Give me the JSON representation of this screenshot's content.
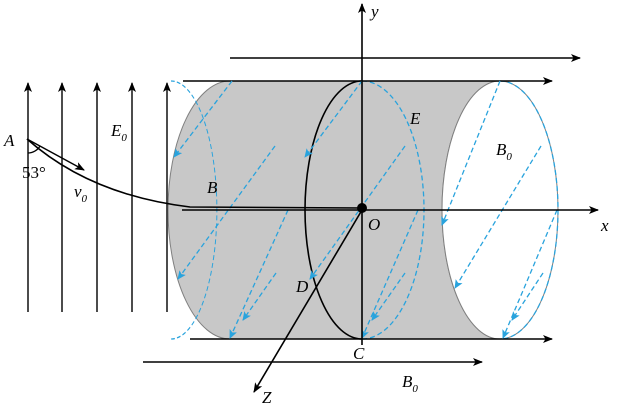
{
  "labels": {
    "A": "A",
    "B": "B",
    "B0_right": "B",
    "B0_bottom": "B",
    "sub_0": "0",
    "E0": "E",
    "E": "E",
    "O": "O",
    "C": "C",
    "D": "D",
    "angle": "53°",
    "v0": "v",
    "x": "x",
    "y": "y",
    "z": "Z"
  },
  "colors": {
    "line": "#000000",
    "cylinder_fill": "#c8c8c8",
    "dashed": "#29a3dd"
  }
}
